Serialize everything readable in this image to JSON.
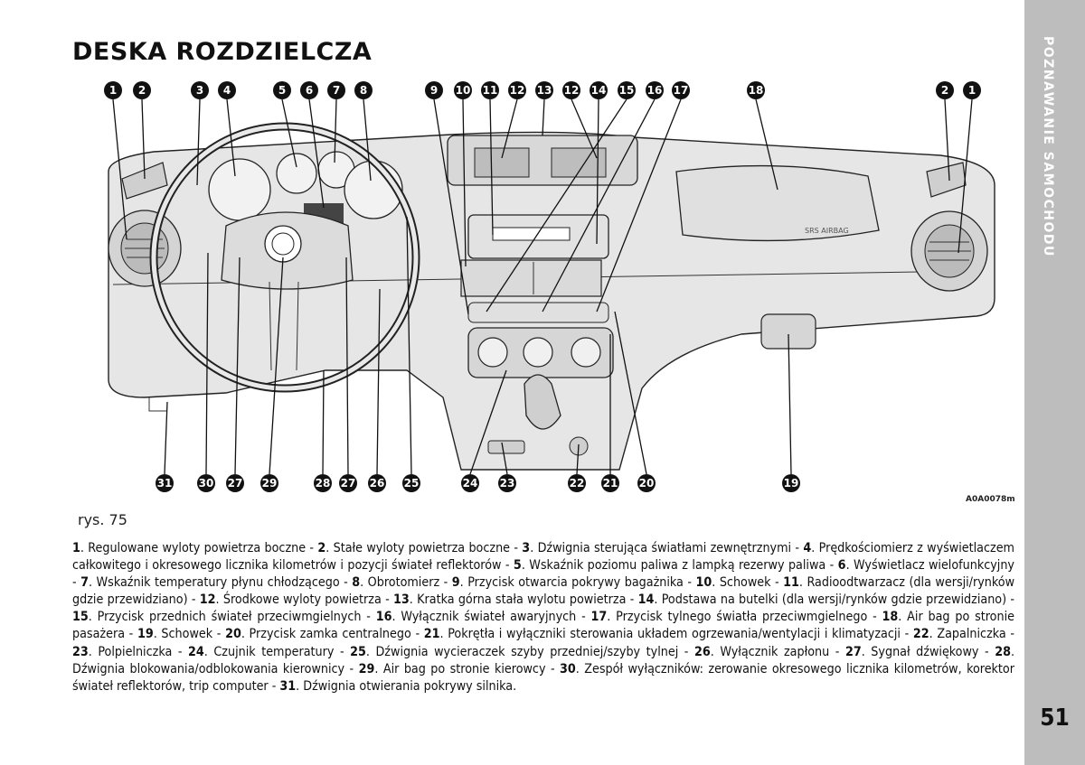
{
  "page": {
    "title": "DESKA ROZDZIELCZA",
    "section_tab": "POZNAWANIE SAMOCHODU",
    "page_number": "51"
  },
  "figure": {
    "code": "A0A0078m",
    "caption": "rys. 75",
    "airbag_text": "SRS AIRBAG",
    "callouts_top": [
      "1",
      "2",
      "3",
      "4",
      "5",
      "6",
      "7",
      "8",
      "9",
      "10",
      "11",
      "12",
      "13",
      "12",
      "14",
      "15",
      "16",
      "17",
      "18",
      "2",
      "1"
    ],
    "callouts_bottom": [
      "31",
      "30",
      "27",
      "29",
      "28",
      "27",
      "26",
      "25",
      "24",
      "23",
      "22",
      "21",
      "20",
      "19"
    ]
  },
  "legend": [
    {
      "num": "1",
      "text": ". Regulowane wyloty powietrza boczne - "
    },
    {
      "num": "2",
      "text": ". Stałe wyloty powietrza boczne - "
    },
    {
      "num": "3",
      "text": ". Dźwignia sterująca światłami zewnętrznymi - "
    },
    {
      "num": "4",
      "text": ". Prędkościomierz z wyświetlaczem całkowitego i okresowego licznika kilometrów i pozycji świateł reflektorów - "
    },
    {
      "num": "5",
      "text": ". Wskaźnik poziomu paliwa z lampką rezerwy paliwa - "
    },
    {
      "num": "6",
      "text": ". Wyświetlacz wielofunkcyjny - "
    },
    {
      "num": "7",
      "text": ". Wskaźnik temperatury płynu chłodzącego - "
    },
    {
      "num": "8",
      "text": ". Obrotomierz - "
    },
    {
      "num": "9",
      "text": ". Przycisk otwarcia pokrywy bagażnika - "
    },
    {
      "num": "10",
      "text": ". Schowek - "
    },
    {
      "num": "11",
      "text": ". Radioodtwarzacz (dla wersji/rynków gdzie przewidziano) - "
    },
    {
      "num": "12",
      "text": ". Środkowe wyloty powietrza - "
    },
    {
      "num": "13",
      "text": ". Kratka górna stała wylotu powietrza - "
    },
    {
      "num": "14",
      "text": ". Podstawa na butelki (dla wersji/rynków gdzie przewidziano) - "
    },
    {
      "num": "15",
      "text": ". Przycisk przednich świateł przeciwmgielnych - "
    },
    {
      "num": "16",
      "text": ". Wyłącznik świateł awaryjnych - "
    },
    {
      "num": "17",
      "text": ". Przycisk tylnego światła przeciwmgielnego - "
    },
    {
      "num": "18",
      "text": ". Air bag po stronie pasażera - "
    },
    {
      "num": "19",
      "text": ". Schowek - "
    },
    {
      "num": "20",
      "text": ". Przycisk zamka centralnego - "
    },
    {
      "num": "21",
      "text": ". Pokrętła i wyłączniki sterowania układem ogrzewania/wentylacji i klimatyzacji - "
    },
    {
      "num": "22",
      "text": ". Zapalniczka - "
    },
    {
      "num": "23",
      "text": ". Polpielniczka - "
    },
    {
      "num": "24",
      "text": ". Czujnik temperatury - "
    },
    {
      "num": "25",
      "text": ". Dźwignia wycieraczek szyby przedniej/szyby tylnej - "
    },
    {
      "num": "26",
      "text": ". Wyłącznik zapłonu - "
    },
    {
      "num": "27",
      "text": ". Sygnał dźwiękowy - "
    },
    {
      "num": "28",
      "text": ". Dźwignia blokowania/odblokowania kierownicy - "
    },
    {
      "num": "29",
      "text": ". Air bag po stronie kierowcy - "
    },
    {
      "num": "30",
      "text": ". Zespół wyłączników: zerowanie okresowego licznika kilometrów, korektor świateł reflektorów, trip computer - "
    },
    {
      "num": "31",
      "text": ". Dźwignia otwierania pokrywy silnika."
    }
  ]
}
